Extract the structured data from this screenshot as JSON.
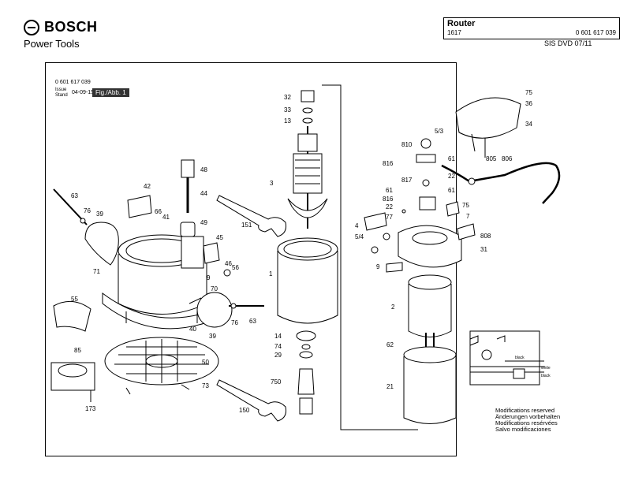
{
  "header": {
    "brand": "BOSCH",
    "division": "Power Tools",
    "product": "Router",
    "model": "1617",
    "part_number": "0 601 617 039",
    "sis": "SIS DVD 07/11"
  },
  "sheet": {
    "part_number": "0 601 617 039",
    "issue_label_1": "Issue",
    "issue_label_2": "Stand",
    "issue_date": "04-09-15",
    "fig_label": "Fig./Abb. 1"
  },
  "notes": {
    "lines": [
      "Modifications reserved",
      "Änderungen vorbehalten",
      "Modifications resérvées",
      "Salvo modificaciones"
    ]
  },
  "wiring": {
    "black_top": "black",
    "white": "white",
    "black_bottom": "black"
  },
  "labels": {
    "l63a": "63",
    "l76a": "76",
    "l39a": "39",
    "l42": "42",
    "l66": "66",
    "l41": "41",
    "l48": "48",
    "l44": "44",
    "l49": "49",
    "l45": "45",
    "l151": "151",
    "l71": "71",
    "l46": "46",
    "l56": "56",
    "l9": "9",
    "l70": "70",
    "l55": "55",
    "l40": "40",
    "l39b": "39",
    "l76b": "76",
    "l63b": "63",
    "l85": "85",
    "l50": "50",
    "l73": "73",
    "l173": "173",
    "l150": "150",
    "l32": "32",
    "l33": "33",
    "l13": "13",
    "l3": "3",
    "l1": "1",
    "l14": "14",
    "l74": "74",
    "l29": "29",
    "l750": "750",
    "l75a": "75",
    "l36": "36",
    "l34": "34",
    "l53": "5/3",
    "l810": "810",
    "l816a": "816",
    "l61a": "61",
    "l22a": "22",
    "l817": "817",
    "l61b": "61",
    "l61c": "61",
    "l816b": "816",
    "l22b": "22",
    "l805": "805",
    "l806": "806",
    "l77": "77",
    "l75b": "75",
    "l7": "7",
    "l4": "4",
    "l54": "5/4",
    "l808": "808",
    "l31": "31",
    "l9b": "9",
    "l2": "2",
    "l62": "62",
    "l21": "21"
  }
}
